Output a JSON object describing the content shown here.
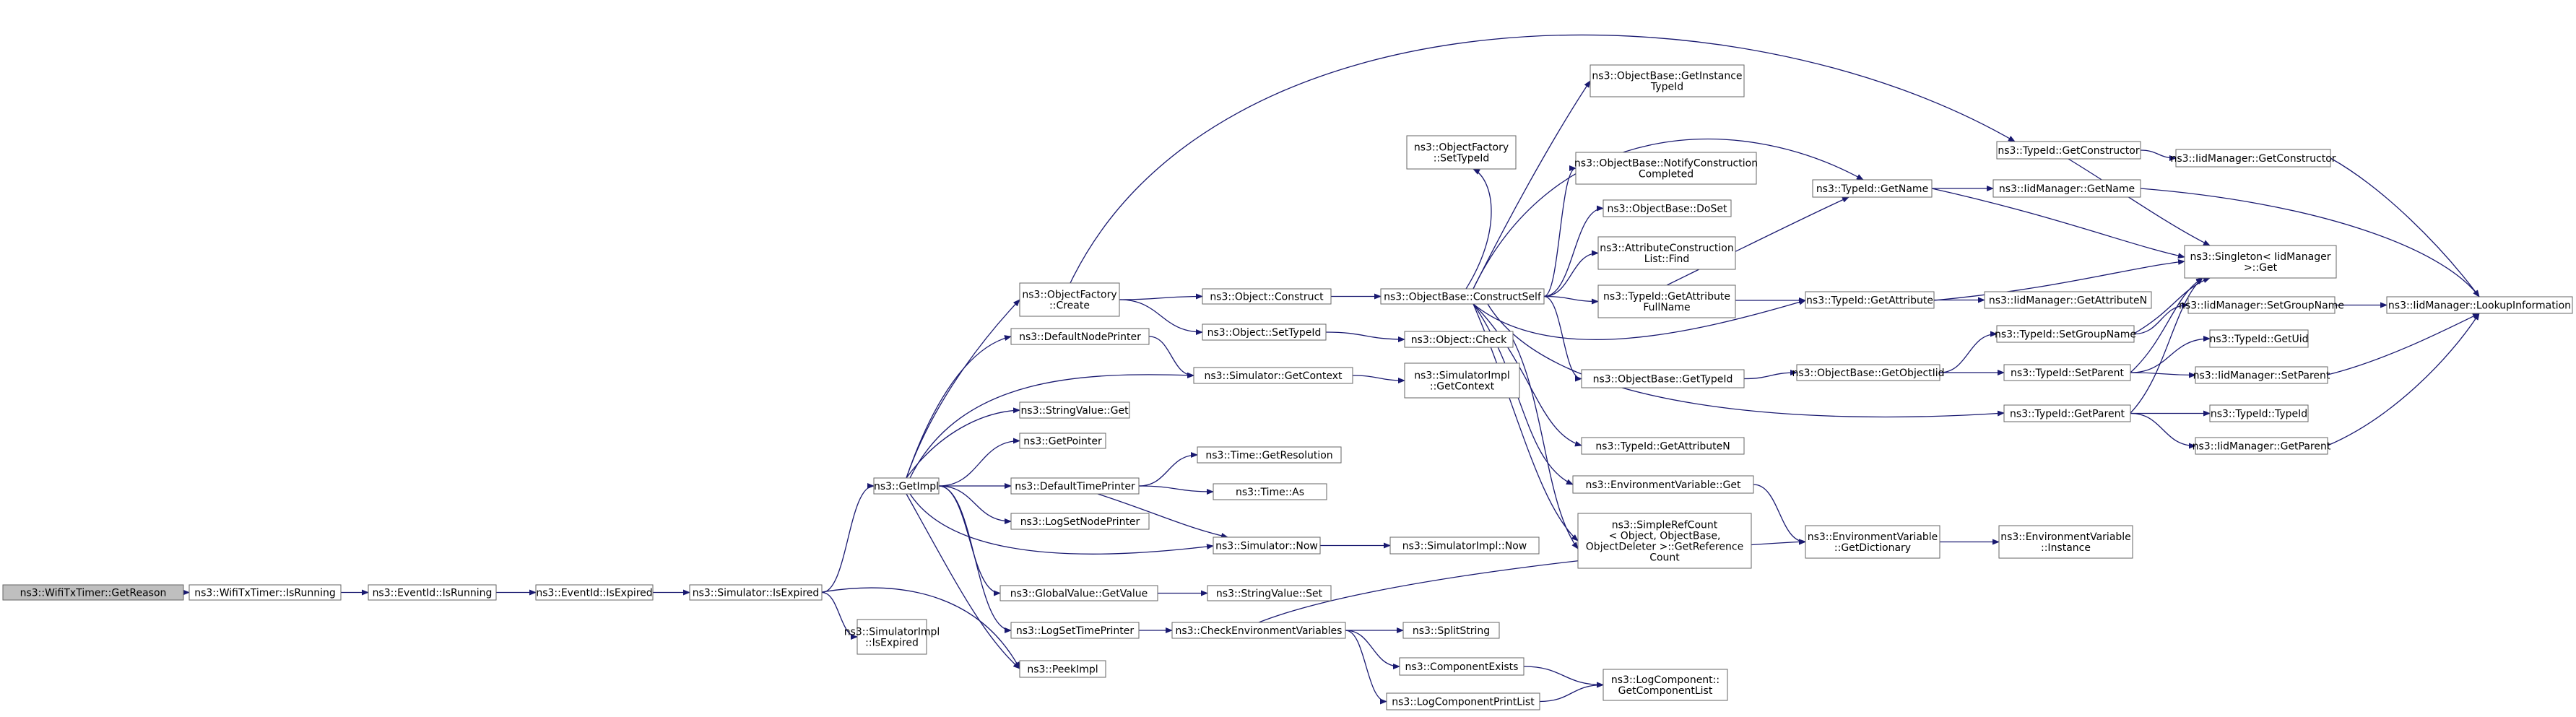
{
  "graph": {
    "root_fill": "#bfbfbf",
    "node_fill": "#ffffff",
    "node_stroke": "#666666",
    "edge_color": "#191970",
    "nodes": [
      {
        "id": "n0",
        "lines": [
          "ns3::WifiTxTimer::GetReason"
        ],
        "root": true
      },
      {
        "id": "n1",
        "lines": [
          "ns3::WifiTxTimer::IsRunning"
        ]
      },
      {
        "id": "n2",
        "lines": [
          "ns3::EventId::IsRunning"
        ]
      },
      {
        "id": "n3",
        "lines": [
          "ns3::EventId::IsExpired"
        ]
      },
      {
        "id": "n4",
        "lines": [
          "ns3::Simulator::IsExpired"
        ]
      },
      {
        "id": "n5",
        "lines": [
          "ns3::GetImpl"
        ]
      },
      {
        "id": "n6",
        "lines": [
          "ns3::SimulatorImpl",
          "::IsExpired"
        ]
      },
      {
        "id": "n7",
        "lines": [
          "ns3::PeekImpl"
        ]
      },
      {
        "id": "n8",
        "lines": [
          "ns3::ObjectFactory",
          "::Create"
        ]
      },
      {
        "id": "n9",
        "lines": [
          "ns3::DefaultNodePrinter"
        ]
      },
      {
        "id": "n10",
        "lines": [
          "ns3::StringValue::Get"
        ]
      },
      {
        "id": "n11",
        "lines": [
          "ns3::GetPointer"
        ]
      },
      {
        "id": "n12",
        "lines": [
          "ns3::DefaultTimePrinter"
        ]
      },
      {
        "id": "n13",
        "lines": [
          "ns3::LogSetNodePrinter"
        ]
      },
      {
        "id": "n14",
        "lines": [
          "ns3::GlobalValue::GetValue"
        ]
      },
      {
        "id": "n15",
        "lines": [
          "ns3::LogSetTimePrinter"
        ]
      },
      {
        "id": "n16",
        "lines": [
          "ns3::Object::Construct"
        ]
      },
      {
        "id": "n17",
        "lines": [
          "ns3::Object::SetTypeId"
        ]
      },
      {
        "id": "n18",
        "lines": [
          "ns3::Simulator::GetContext"
        ]
      },
      {
        "id": "n19",
        "lines": [
          "ns3::Time::GetResolution"
        ]
      },
      {
        "id": "n20",
        "lines": [
          "ns3::Time::As"
        ]
      },
      {
        "id": "n21",
        "lines": [
          "ns3::Simulator::Now"
        ]
      },
      {
        "id": "n22",
        "lines": [
          "ns3::StringValue::Set"
        ]
      },
      {
        "id": "n23",
        "lines": [
          "ns3::CheckEnvironmentVariables"
        ]
      },
      {
        "id": "n24",
        "lines": [
          "ns3::ObjectFactory",
          "::SetTypeId"
        ]
      },
      {
        "id": "n25",
        "lines": [
          "ns3::ObjectBase::ConstructSelf"
        ]
      },
      {
        "id": "n26",
        "lines": [
          "ns3::Object::Check"
        ]
      },
      {
        "id": "n27",
        "lines": [
          "ns3::SimulatorImpl",
          "::GetContext"
        ]
      },
      {
        "id": "n28",
        "lines": [
          "ns3::SimulatorImpl::Now"
        ]
      },
      {
        "id": "n29",
        "lines": [
          "ns3::SplitString"
        ]
      },
      {
        "id": "n30",
        "lines": [
          "ns3::ComponentExists"
        ]
      },
      {
        "id": "n31",
        "lines": [
          "ns3::LogComponentPrintList"
        ]
      },
      {
        "id": "n32",
        "lines": [
          "ns3::ObjectBase::GetInstance",
          "TypeId"
        ]
      },
      {
        "id": "n33",
        "lines": [
          "ns3::ObjectBase::NotifyConstruction",
          "Completed"
        ]
      },
      {
        "id": "n34",
        "lines": [
          "ns3::ObjectBase::DoSet"
        ]
      },
      {
        "id": "n35",
        "lines": [
          "ns3::AttributeConstruction",
          "List::Find"
        ]
      },
      {
        "id": "n36",
        "lines": [
          "ns3::TypeId::GetAttribute",
          "FullName"
        ]
      },
      {
        "id": "n37",
        "lines": [
          "ns3::ObjectBase::GetTypeId"
        ]
      },
      {
        "id": "n38",
        "lines": [
          "ns3::TypeId::GetAttributeN"
        ]
      },
      {
        "id": "n39",
        "lines": [
          "ns3::EnvironmentVariable::Get"
        ]
      },
      {
        "id": "n40",
        "lines": [
          "ns3::SimpleRefCount",
          "< Object, ObjectBase,",
          "ObjectDeleter >::GetReference",
          "Count"
        ]
      },
      {
        "id": "n41",
        "lines": [
          "ns3::LogComponent::",
          "GetComponentList"
        ]
      },
      {
        "id": "n42",
        "lines": [
          "ns3::TypeId::GetName"
        ]
      },
      {
        "id": "n43",
        "lines": [
          "ns3::TypeId::GetAttribute"
        ]
      },
      {
        "id": "n44",
        "lines": [
          "ns3::ObjectBase::GetObjectIid"
        ]
      },
      {
        "id": "n45",
        "lines": [
          "ns3::EnvironmentVariable",
          "::GetDictionary"
        ]
      },
      {
        "id": "n46",
        "lines": [
          "ns3::TypeId::GetConstructor"
        ]
      },
      {
        "id": "n47",
        "lines": [
          "ns3::IidManager::GetName"
        ]
      },
      {
        "id": "n48",
        "lines": [
          "ns3::IidManager::GetAttributeN"
        ]
      },
      {
        "id": "n49",
        "lines": [
          "ns3::TypeId::SetGroupName"
        ]
      },
      {
        "id": "n50",
        "lines": [
          "ns3::TypeId::SetParent"
        ]
      },
      {
        "id": "n51",
        "lines": [
          "ns3::TypeId::GetParent"
        ]
      },
      {
        "id": "n52",
        "lines": [
          "ns3::EnvironmentVariable",
          "::Instance"
        ]
      },
      {
        "id": "n53",
        "lines": [
          "ns3::IidManager::GetConstructor"
        ]
      },
      {
        "id": "n54",
        "lines": [
          "ns3::Singleton< IidManager",
          ">::Get"
        ]
      },
      {
        "id": "n55",
        "lines": [
          "ns3::IidManager::SetGroupName"
        ]
      },
      {
        "id": "n56",
        "lines": [
          "ns3::TypeId::GetUid"
        ]
      },
      {
        "id": "n57",
        "lines": [
          "ns3::IidManager::SetParent"
        ]
      },
      {
        "id": "n58",
        "lines": [
          "ns3::TypeId::TypeId"
        ]
      },
      {
        "id": "n59",
        "lines": [
          "ns3::IidManager::GetParent"
        ]
      },
      {
        "id": "n60",
        "lines": [
          "ns3::IidManager::LookupInformation"
        ]
      }
    ],
    "edges": [
      [
        "n0",
        "n1"
      ],
      [
        "n1",
        "n2"
      ],
      [
        "n2",
        "n3"
      ],
      [
        "n3",
        "n4"
      ],
      [
        "n4",
        "n5"
      ],
      [
        "n4",
        "n6"
      ],
      [
        "n4",
        "n7"
      ],
      [
        "n5",
        "n8"
      ],
      [
        "n5",
        "n9"
      ],
      [
        "n5",
        "n10"
      ],
      [
        "n5",
        "n11"
      ],
      [
        "n5",
        "n12"
      ],
      [
        "n5",
        "n13"
      ],
      [
        "n5",
        "n21"
      ],
      [
        "n5",
        "n14"
      ],
      [
        "n5",
        "n15"
      ],
      [
        "n5",
        "n7"
      ],
      [
        "n5",
        "n18"
      ],
      [
        "n8",
        "n16"
      ],
      [
        "n8",
        "n17"
      ],
      [
        "n8",
        "n46"
      ],
      [
        "n9",
        "n18"
      ],
      [
        "n12",
        "n19"
      ],
      [
        "n12",
        "n20"
      ],
      [
        "n12",
        "n21"
      ],
      [
        "n14",
        "n22"
      ],
      [
        "n15",
        "n23"
      ],
      [
        "n16",
        "n25"
      ],
      [
        "n17",
        "n26"
      ],
      [
        "n18",
        "n27"
      ],
      [
        "n21",
        "n28"
      ],
      [
        "n23",
        "n29"
      ],
      [
        "n23",
        "n30"
      ],
      [
        "n23",
        "n31"
      ],
      [
        "n23",
        "n45"
      ],
      [
        "n25",
        "n24"
      ],
      [
        "n25",
        "n32"
      ],
      [
        "n25",
        "n33"
      ],
      [
        "n25",
        "n34"
      ],
      [
        "n25",
        "n35"
      ],
      [
        "n25",
        "n36"
      ],
      [
        "n25",
        "n37"
      ],
      [
        "n25",
        "n38"
      ],
      [
        "n25",
        "n39"
      ],
      [
        "n25",
        "n40"
      ],
      [
        "n25",
        "n42"
      ],
      [
        "n25",
        "n43"
      ],
      [
        "n25",
        "n51"
      ],
      [
        "n26",
        "n40"
      ],
      [
        "n30",
        "n41"
      ],
      [
        "n31",
        "n41"
      ],
      [
        "n36",
        "n42"
      ],
      [
        "n36",
        "n43"
      ],
      [
        "n37",
        "n44"
      ],
      [
        "n39",
        "n45"
      ],
      [
        "n42",
        "n47"
      ],
      [
        "n42",
        "n54"
      ],
      [
        "n43",
        "n48"
      ],
      [
        "n43",
        "n54"
      ],
      [
        "n44",
        "n49"
      ],
      [
        "n44",
        "n50"
      ],
      [
        "n45",
        "n52"
      ],
      [
        "n46",
        "n53"
      ],
      [
        "n46",
        "n54"
      ],
      [
        "n47",
        "n60"
      ],
      [
        "n49",
        "n55"
      ],
      [
        "n49",
        "n54"
      ],
      [
        "n50",
        "n56"
      ],
      [
        "n50",
        "n57"
      ],
      [
        "n50",
        "n54"
      ],
      [
        "n51",
        "n58"
      ],
      [
        "n51",
        "n59"
      ],
      [
        "n51",
        "n54"
      ],
      [
        "n53",
        "n60"
      ],
      [
        "n55",
        "n60"
      ],
      [
        "n57",
        "n60"
      ],
      [
        "n59",
        "n60"
      ]
    ]
  }
}
